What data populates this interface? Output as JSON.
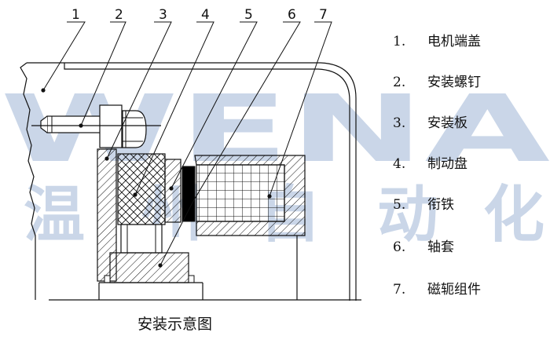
{
  "callout_numbers": [
    "1",
    "2",
    "3",
    "4",
    "5",
    "6",
    "7"
  ],
  "legend": [
    {
      "num": "1.",
      "label": "电机端盖"
    },
    {
      "num": "2.",
      "label": "安装螺钉"
    },
    {
      "num": "3.",
      "label": "安装板"
    },
    {
      "num": "4.",
      "label": "制动盘"
    },
    {
      "num": "5.",
      "label": "衔铁"
    },
    {
      "num": "6.",
      "label": "轴套"
    },
    {
      "num": "7.",
      "label": "磁轭组件"
    }
  ],
  "caption": "安装示意图",
  "watermark": {
    "latin": "WENA",
    "chinese": [
      "温",
      "州",
      "自",
      "动",
      "化"
    ],
    "color": "#9fb6d6"
  },
  "colors": {
    "line": "#111111",
    "armature": "#000000"
  }
}
